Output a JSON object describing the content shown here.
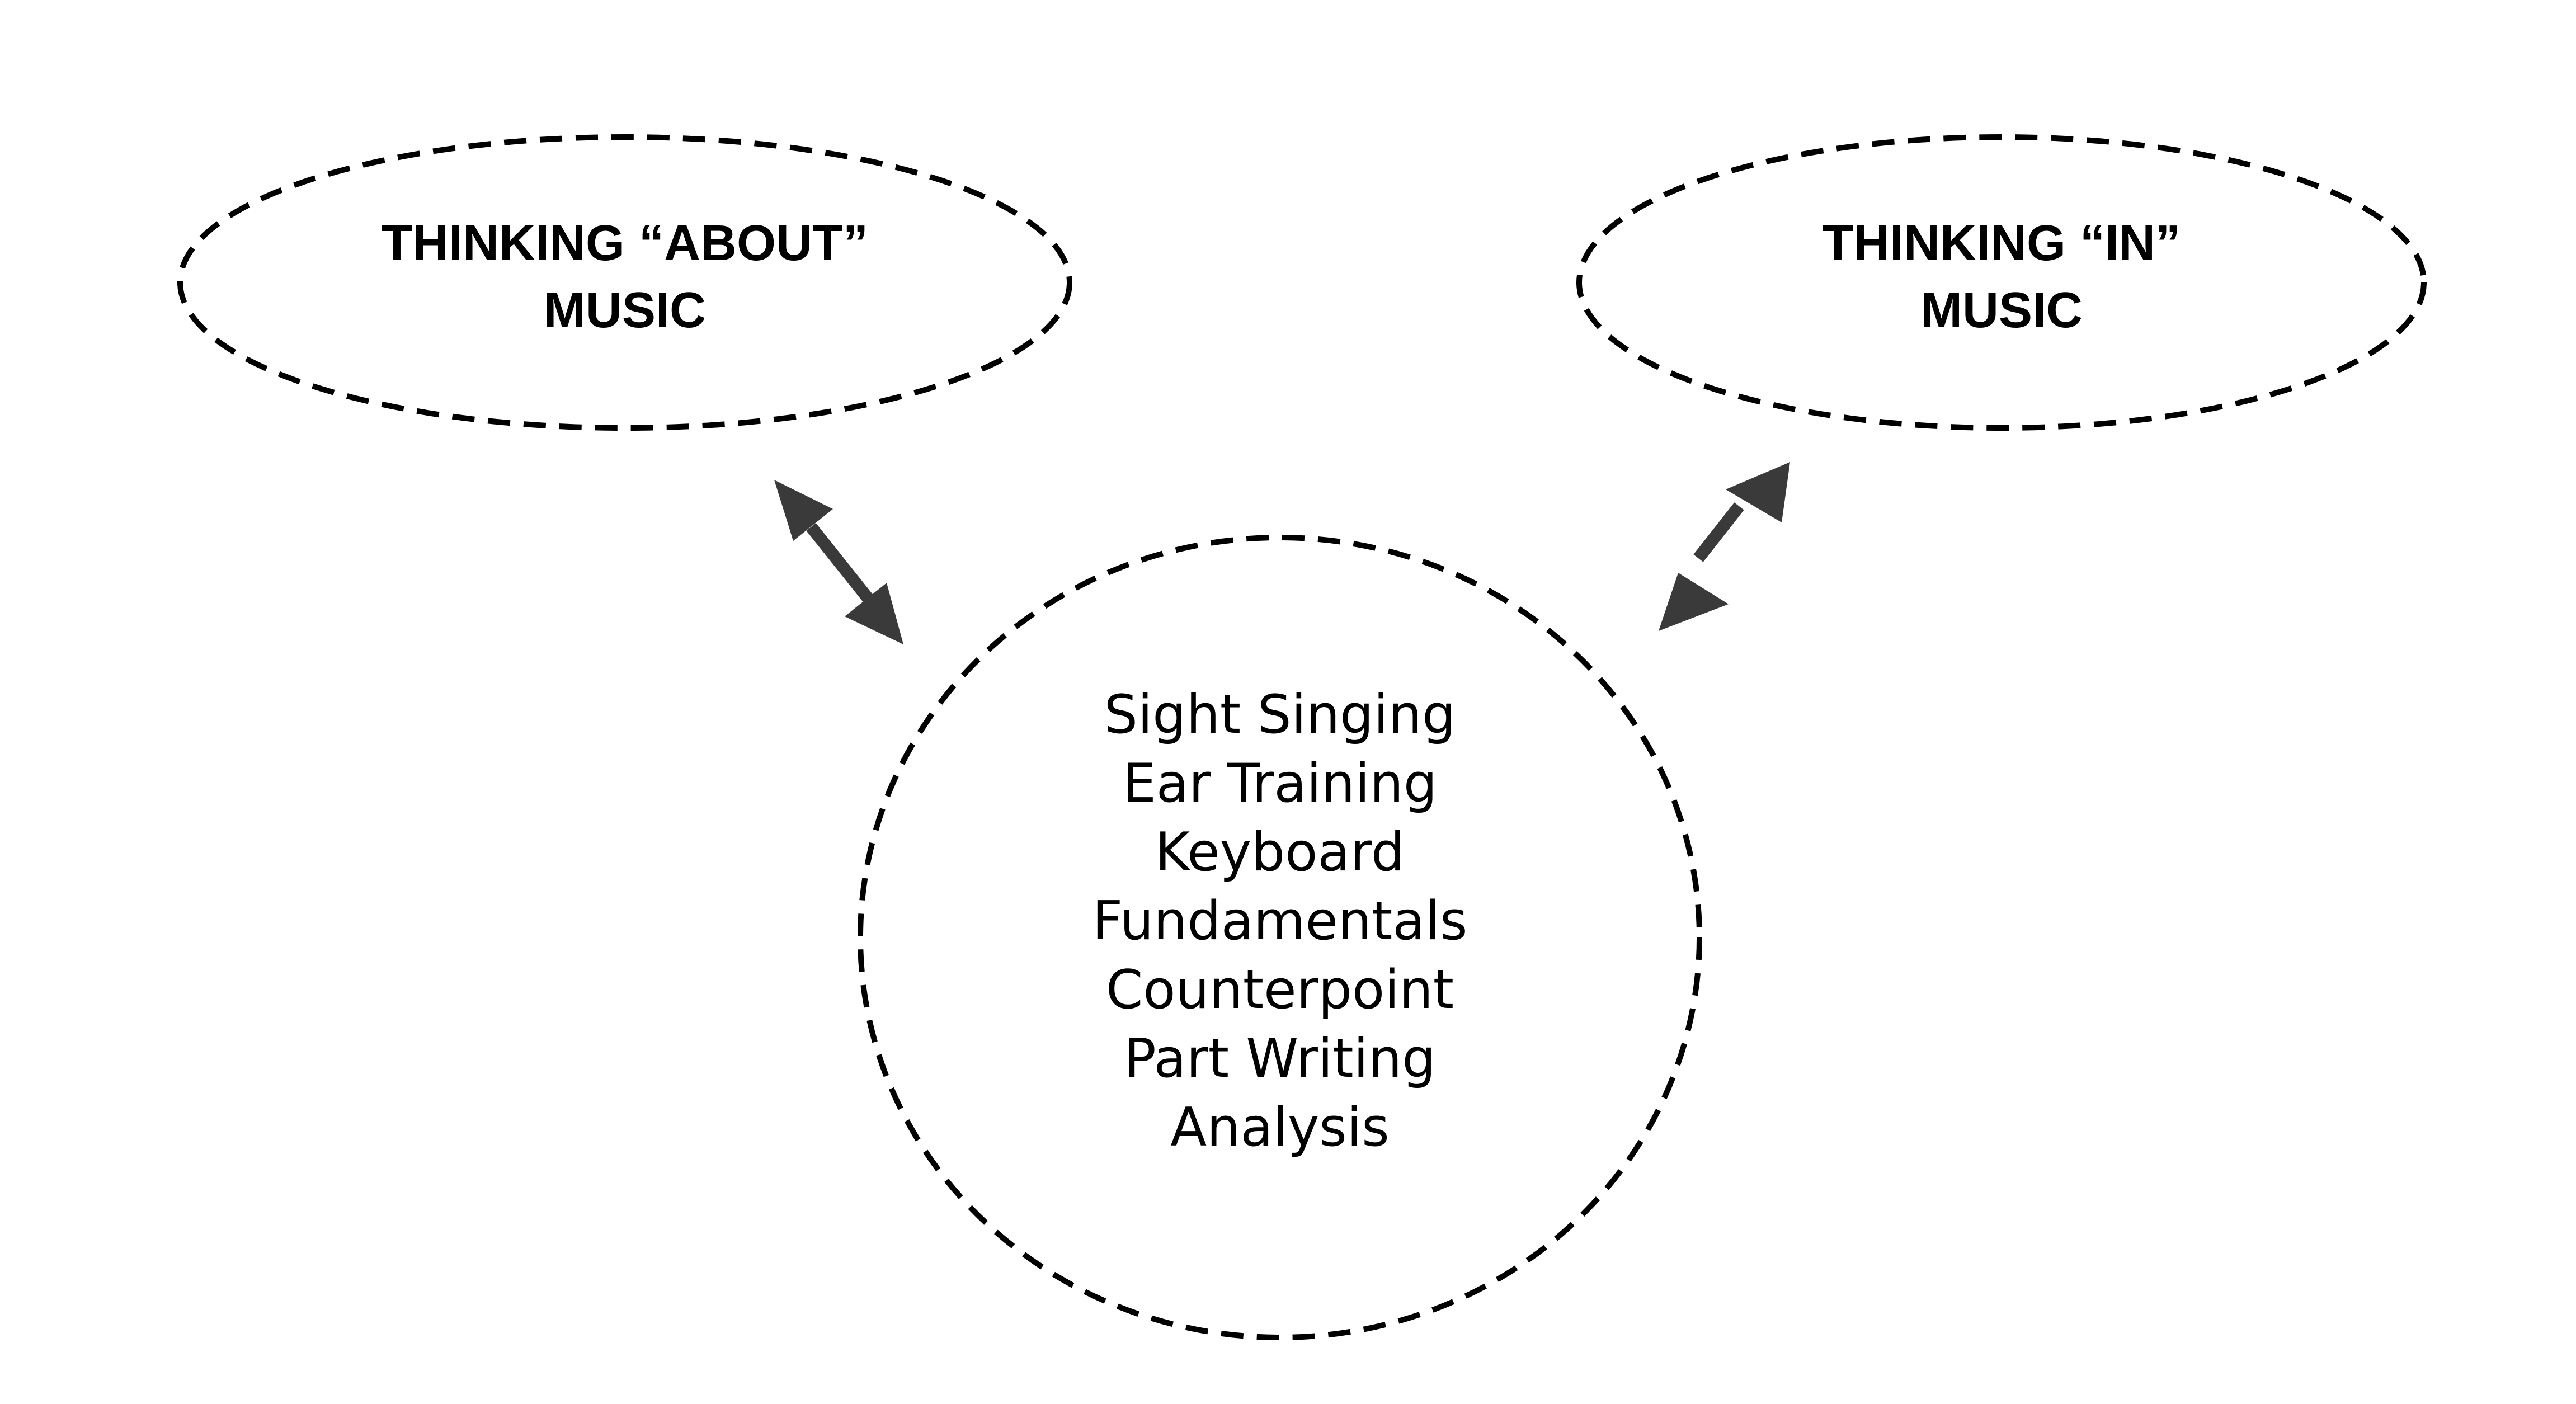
{
  "diagram": {
    "left_node": {
      "lines": [
        "THINKING “ABOUT”",
        "MUSIC"
      ]
    },
    "right_node": {
      "lines": [
        "THINKING “IN”",
        "MUSIC"
      ]
    },
    "center_node": {
      "items": [
        "Sight Singing",
        "Ear Training",
        "Keyboard",
        "Fundamentals",
        "Counterpoint",
        "Part Writing",
        "Analysis"
      ]
    },
    "connections": [
      {
        "from": "left_node",
        "to": "center_node",
        "style": "double-arrow"
      },
      {
        "from": "right_node",
        "to": "center_node",
        "style": "double-arrow"
      }
    ],
    "colors": {
      "outline": "#000000",
      "arrow": "#3a3a3a",
      "text": "#000000",
      "background": "#ffffff"
    }
  }
}
